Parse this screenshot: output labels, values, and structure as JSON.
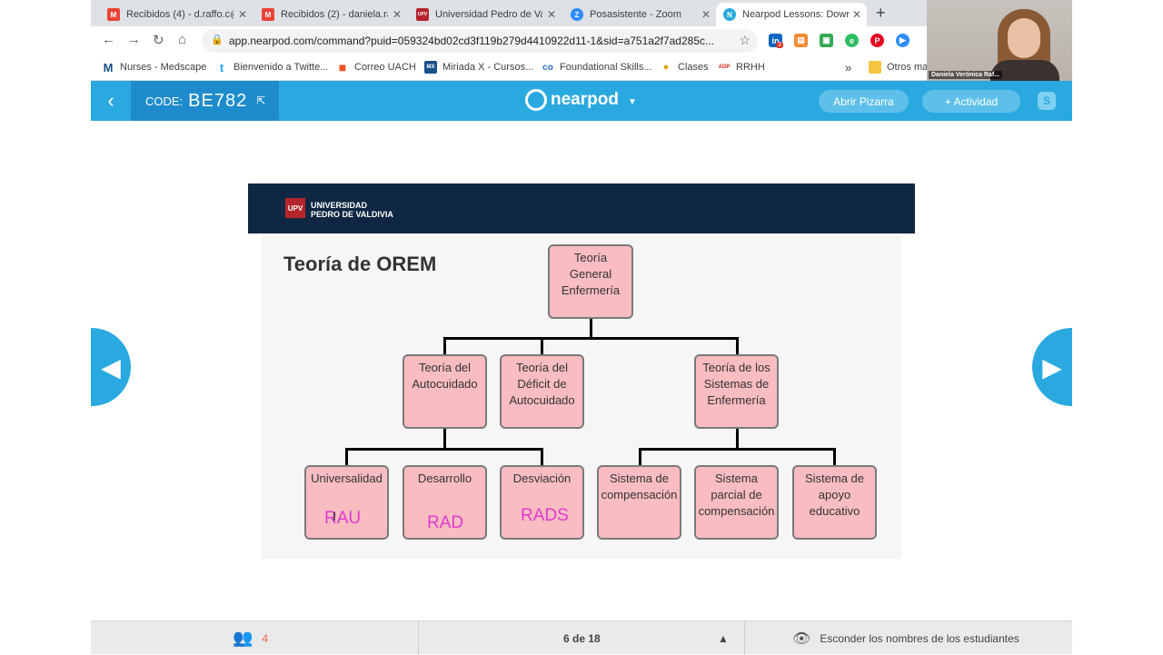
{
  "browser": {
    "tabs": [
      {
        "title": "Recibidos (4) - d.raffo.c@",
        "icon_color": "#ea4335",
        "icon": "M"
      },
      {
        "title": "Recibidos (2) - daniela.ra",
        "icon_color": "#ea4335",
        "icon": "M"
      },
      {
        "title": "Universidad Pedro de Va",
        "icon_color": "#b5252c",
        "icon": "UPV"
      },
      {
        "title": "Posasistente - Zoom",
        "icon_color": "#2d8cff",
        "icon": "Z"
      },
      {
        "title": "Nearpod Lessons: Down",
        "icon_color": "#2aa9e0",
        "icon": "N"
      }
    ],
    "new_tab": "+",
    "url": "app.nearpod.com/command?puid=059324bd02cd3f119b279d4410922d11-1&sid=a751a2f7ad285c...",
    "bookmarks": [
      {
        "label": "Nurses - Medscape",
        "icon": "M",
        "color": "#1a4f8b"
      },
      {
        "label": "Bienvenido a Twitte...",
        "icon": "t",
        "color": "#1da1f2"
      },
      {
        "label": "Correo UACH",
        "icon": "■",
        "color": "#f25022"
      },
      {
        "label": "Miriada X - Cursos...",
        "icon": "MX",
        "color": "#1a4f8b"
      },
      {
        "label": "Foundational Skills...",
        "icon": "co",
        "color": "#2a73cc"
      },
      {
        "label": "Clases",
        "icon": "●",
        "color": "#e0a800"
      },
      {
        "label": "RRHH",
        "icon": "ADP",
        "color": "#d0271d"
      }
    ],
    "bookmarks_overflow": "»",
    "other_bookmarks": "Otros ma",
    "ext_badge": "3"
  },
  "webcam": {
    "name": "Daniela Verónica Raf..."
  },
  "nearpod": {
    "code_label": "CODE:",
    "code_value": "BE782",
    "logo_text": "nearpod",
    "btn_pizarra": "Abrir Pizarra",
    "btn_actividad": "+ Actividad",
    "s_button": "S"
  },
  "slide": {
    "university_line1": "UNIVERSIDAD",
    "university_line2": "PEDRO DE VALDIVIA",
    "logo_text": "UPV",
    "title": "Teoría de OREM",
    "nodes": {
      "root": "Teoría General Enfermería",
      "autocuidado": "Teoría del Autocuidado",
      "deficit": "Teoría del Déficit de Autocuidado",
      "sistemas": "Teoría de los Sistemas de Enfermería",
      "universalidad": "Universalidad",
      "desarrollo": "Desarrollo",
      "desviacion": "Desviación",
      "compensacion": "Sistema de compensación",
      "parcial": "Sistema parcial de compensación",
      "apoyo": "Sistema de apoyo educativo"
    },
    "annotations": {
      "rau": "RAU",
      "rad": "RAD",
      "rads": "RADS"
    }
  },
  "footer": {
    "students_count": "4",
    "page_indicator": "6 de 18",
    "hide_names": "Esconder los nombres de los estudiantes"
  }
}
